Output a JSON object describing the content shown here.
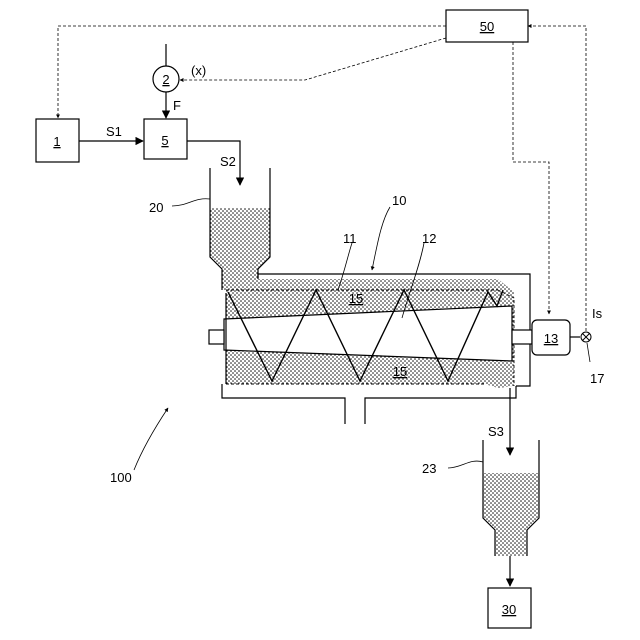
{
  "labels": {
    "block_1": "1",
    "block_5": "5",
    "block_50": "50",
    "block_30": "30",
    "block_13": "13",
    "pump_2": "2",
    "x": "(x)",
    "F": "F",
    "S1": "S1",
    "S2": "S2",
    "S3": "S3",
    "Is": "Is",
    "ref_10": "10",
    "ref_11": "11",
    "ref_12": "12",
    "ref_15_top": "15",
    "ref_15_bottom": "15",
    "ref_17": "17",
    "ref_20": "20",
    "ref_23": "23",
    "ref_100": "100"
  }
}
